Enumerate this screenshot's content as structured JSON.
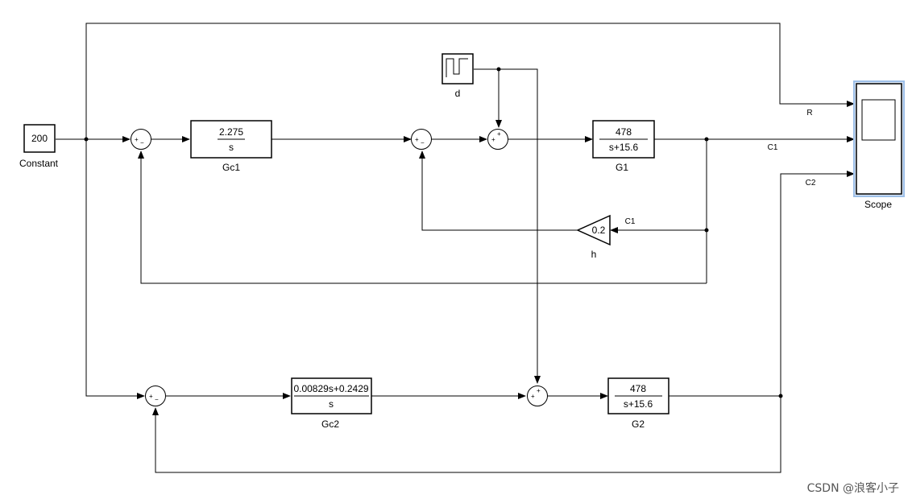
{
  "blocks": {
    "constant": {
      "value": "200",
      "name": "Constant"
    },
    "gc1": {
      "num": "2.275",
      "den": "s",
      "name": "Gc1"
    },
    "g1": {
      "num": "478",
      "den": "s+15.6",
      "name": "G1"
    },
    "h": {
      "value": "0.2",
      "name": "h"
    },
    "d": {
      "name": "d"
    },
    "gc2": {
      "num": "0.00829s+0.2429",
      "den": "s",
      "name": "Gc2"
    },
    "g2": {
      "num": "478",
      "den": "s+15.6",
      "name": "G2"
    },
    "scope": {
      "name": "Scope"
    }
  },
  "signals": {
    "r": "R",
    "c1": "C1",
    "c1_feedback": "C1",
    "c2": "C2"
  },
  "sums": {
    "plus": "+",
    "minus": "−"
  },
  "watermark": "CSDN @浪客小子"
}
